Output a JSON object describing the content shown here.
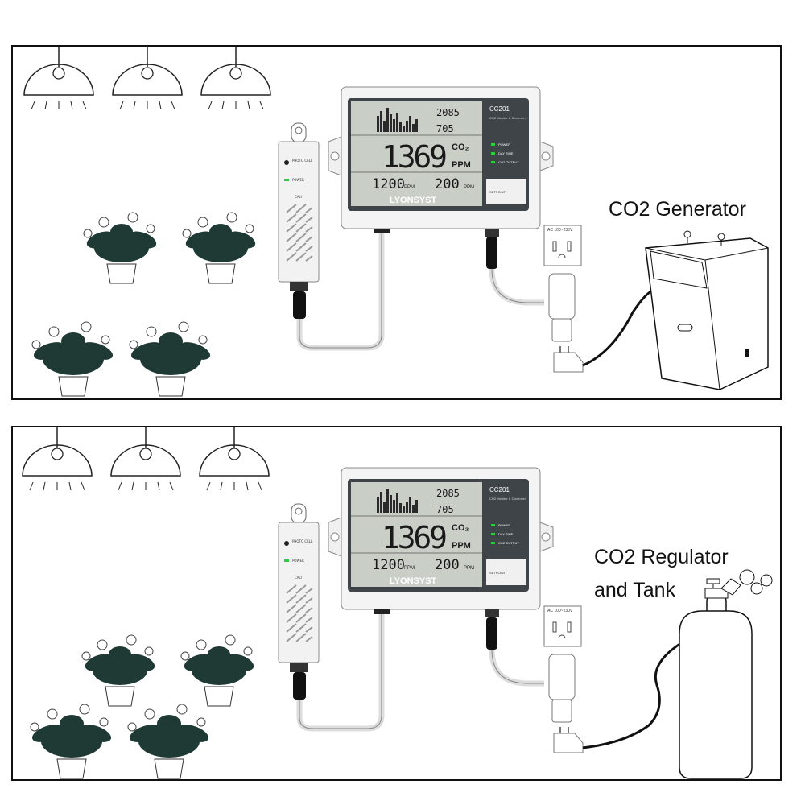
{
  "panels": [
    {
      "device": {
        "model": "CC201",
        "subtitle": "CO2 Monitor & Controller",
        "brand": "LYONSYST",
        "main_reading": "1369",
        "gas": "CO₂",
        "unit": "PPM",
        "max_reading": "2085",
        "min_reading": "705",
        "left_setpoint": "1200",
        "right_setpoint": "200",
        "small_unit": "PPM",
        "leds": [
          "POWER",
          "DAY TIME",
          "CO2 OUTPUT"
        ],
        "setpoint_label": "SETPOINT",
        "outlet_label": "AC 100~230V"
      },
      "sensor": {
        "photo_label": "PHOTO CELL",
        "power_label": "POWER",
        "cali_label": "CALI"
      },
      "equipment_label": "CO2 Generator"
    },
    {
      "device": {
        "model": "CC201",
        "subtitle": "CO2 Monitor & Controller",
        "brand": "LYONSYST",
        "main_reading": "1369",
        "gas": "CO₂",
        "unit": "PPM",
        "max_reading": "2085",
        "min_reading": "705",
        "left_setpoint": "1200",
        "right_setpoint": "200",
        "small_unit": "PPM",
        "leds": [
          "POWER",
          "DAY TIME",
          "CO2 OUTPUT"
        ],
        "setpoint_label": "SETPOINT",
        "outlet_label": "AC 100~230V"
      },
      "sensor": {
        "photo_label": "PHOTO CELL",
        "power_label": "POWER",
        "cali_label": "CALI"
      },
      "equipment_label_line1": "CO2 Regulator",
      "equipment_label_line2": "and Tank"
    }
  ],
  "colors": {
    "lcd": "#c9cfc7",
    "bezel": "#3f4449",
    "led": "#2ecc40",
    "brand_accent": "#f2a21a"
  }
}
